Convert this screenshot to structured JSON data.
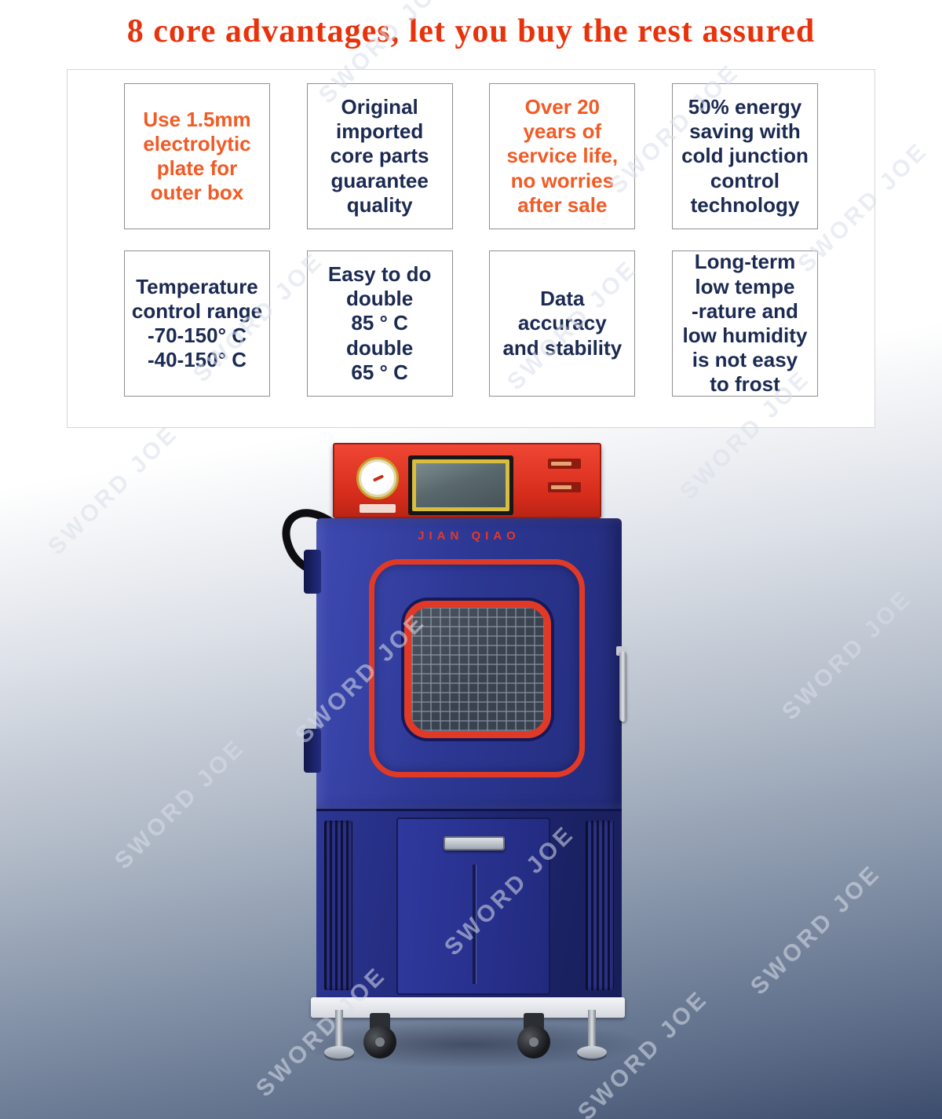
{
  "title": "8 core advantages, let you buy the rest assured",
  "watermark": "SWORD JOE",
  "advantages": {
    "items": [
      {
        "text": "Use 1.5mm\nelectrolytic\nplate for\nouter box",
        "color": "orange"
      },
      {
        "text": "Original\nimported\ncore parts\nguarantee\nquality",
        "color": "navy"
      },
      {
        "text": "Over 20\nyears of\nservice life,\nno worries\nafter sale",
        "color": "orange"
      },
      {
        "text": "50% energy\nsaving with\ncold junction\ncontrol\ntechnology",
        "color": "navy"
      },
      {
        "text": "Temperature\ncontrol range\n-70-150° C\n-40-150° C",
        "color": "navy"
      },
      {
        "text": "Easy to do\ndouble\n85 ° C\ndouble\n65 ° C",
        "color": "navy"
      },
      {
        "text": "Data\naccuracy\nand stability",
        "color": "navy"
      },
      {
        "text": "Long-term\nlow tempe\n-rature and\nlow humidity\nis not easy\nto frost",
        "color": "navy"
      }
    ]
  },
  "machine": {
    "brand": "JIAN QIAO"
  },
  "colors": {
    "title_red": "#e8320c",
    "advantage_orange": "#f15b25",
    "advantage_navy": "#1b2a52",
    "machine_body_blue": "#2d3894",
    "cabinet_blue": "#1e2670",
    "control_panel_red": "#d62c1c",
    "door_seal_red": "#e03a27",
    "brand_red": "#e4392a",
    "background_bottom": "#3c4c6c"
  }
}
